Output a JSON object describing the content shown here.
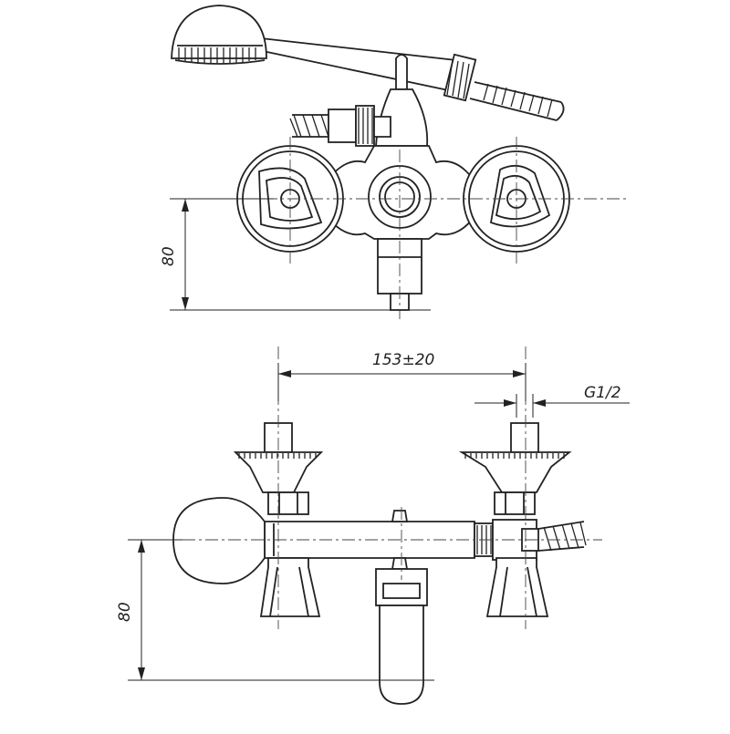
{
  "dimensions": {
    "top_height": "80",
    "bottom_height": "80",
    "center_distance": "153±20",
    "thread": "G1/2"
  }
}
